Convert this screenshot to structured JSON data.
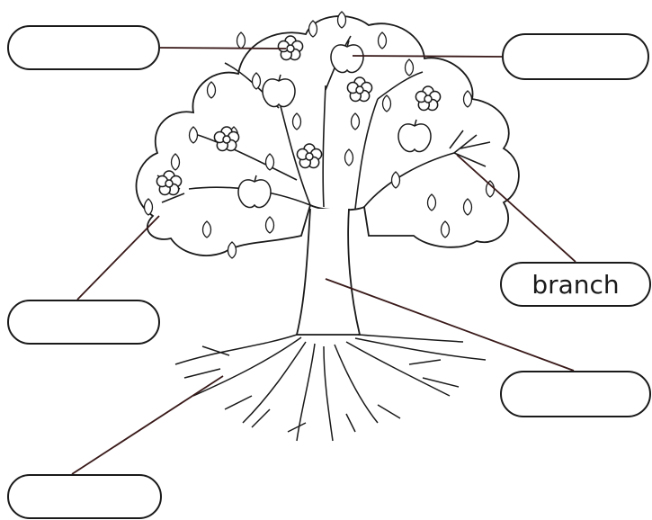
{
  "diagram": {
    "labels": [
      {
        "id": "top-left",
        "text": ""
      },
      {
        "id": "top-right",
        "text": ""
      },
      {
        "id": "middle-left",
        "text": ""
      },
      {
        "id": "middle-right",
        "text": "branch"
      },
      {
        "id": "bottom-right",
        "text": ""
      },
      {
        "id": "bottom-left",
        "text": ""
      }
    ],
    "colors": {
      "line": "#1a1a1a",
      "leader": "#3a1a1a",
      "background": "#ffffff"
    }
  }
}
